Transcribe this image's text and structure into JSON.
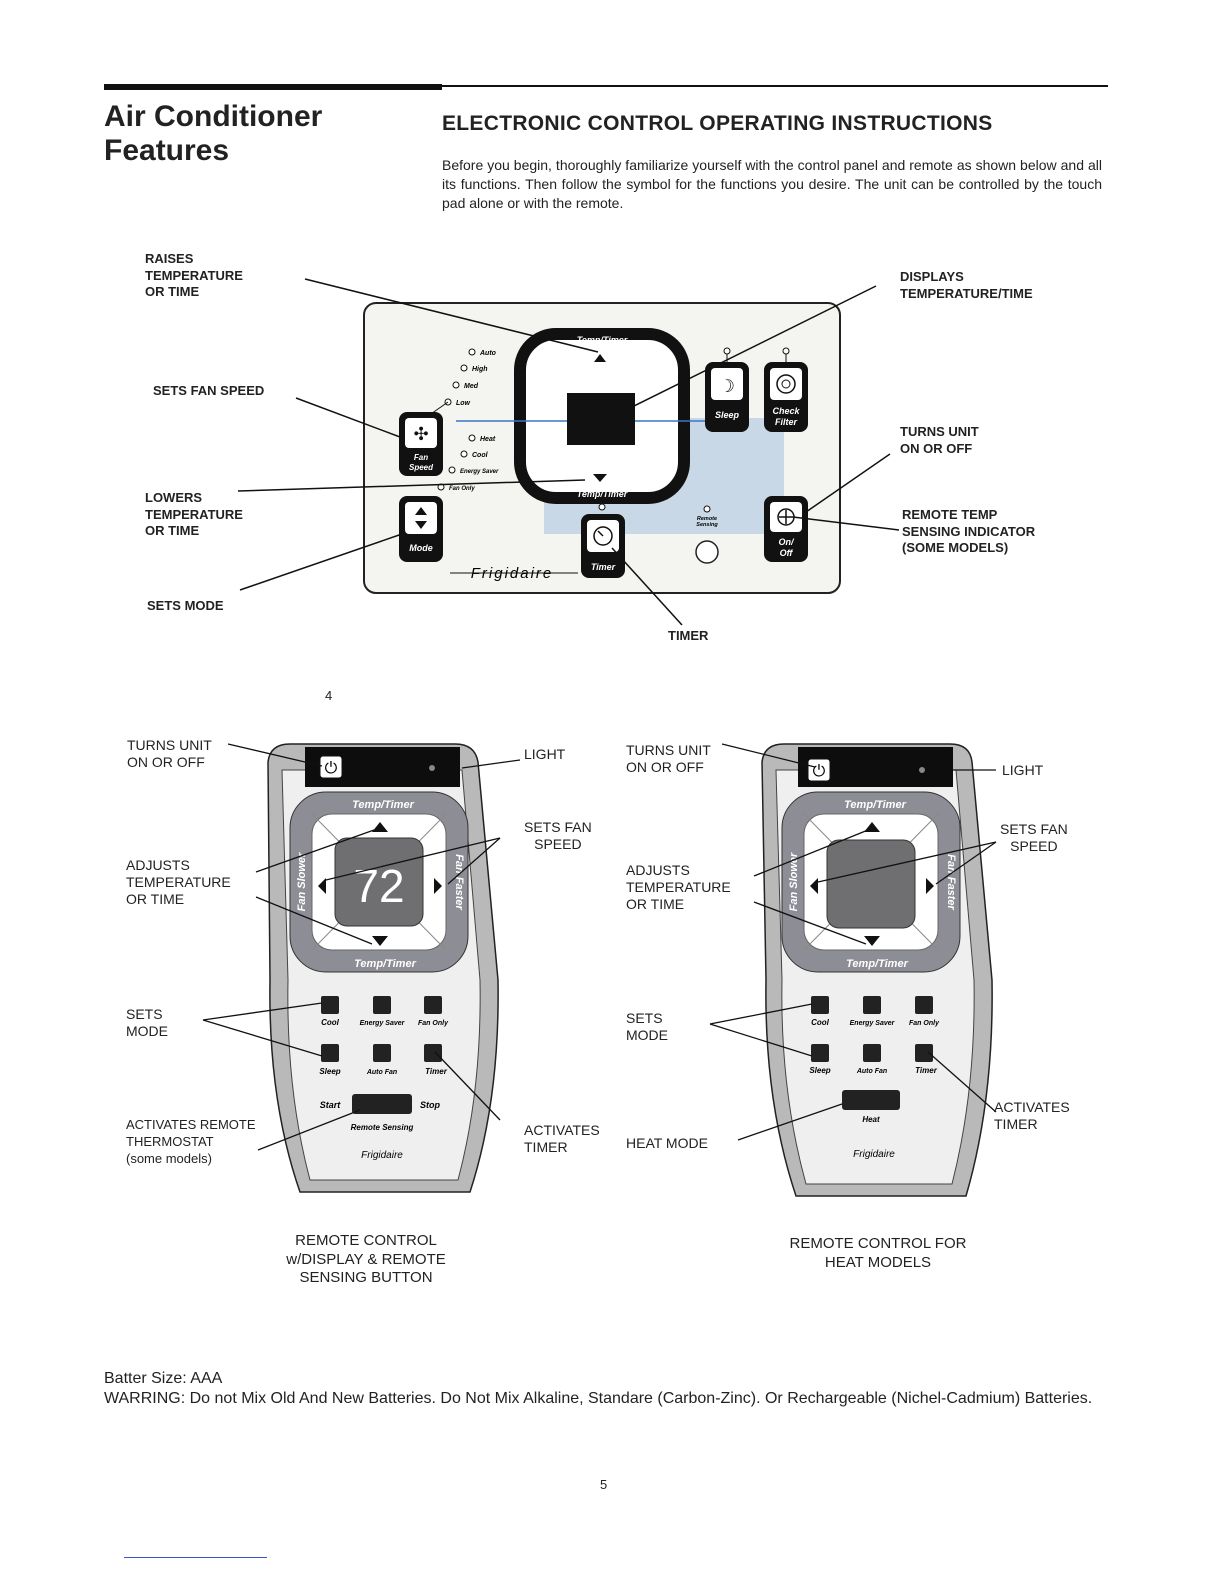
{
  "section_title": "Air Conditioner\nFeatures",
  "heading": "ELECTRONIC CONTROL OPERATING INSTRUCTIONS",
  "intro": "Before you begin, thoroughly familiarize yourself with the control panel and remote as shown below and all its functions. Then follow the symbol for the functions you desire. The unit can be controlled by the touch pad alone or with the remote.",
  "panel": {
    "labels": {
      "raises": "RAISES\nTEMPERATURE\nOR TIME",
      "fan_speed": "SETS  FAN SPEED",
      "lowers": "LOWERS\nTEMPERATURE\nOR TIME",
      "sets_mode": "SETS MODE",
      "displays": "DISPLAYS\nTEMPERATURE/TIME",
      "turns_on": "TURNS UNIT\nON OR OFF",
      "remote_temp": "REMOTE TEMP\nSENSING INDICATOR\n(SOME MODELS)",
      "timer": "TIMER"
    },
    "display_label": "Temp/Timer",
    "fan_levels": [
      "Auto",
      "High",
      "Med",
      "Low"
    ],
    "modes": [
      "Heat",
      "Cool",
      "Energy Saver",
      "Fan Only"
    ],
    "buttons": {
      "fan_speed": [
        "Fan",
        "Speed"
      ],
      "mode": "Mode",
      "sleep": "Sleep",
      "check_filter": [
        "Check",
        "Filter"
      ],
      "on_off": [
        "On/",
        "Off"
      ],
      "timer": "Timer"
    },
    "remote_sensing": [
      "Remote",
      "Sensing"
    ],
    "brand": "Frigidaire"
  },
  "page_number_top": "4",
  "remote1": {
    "labels": {
      "turns_on": "TURNS UNIT\nON OR OFF",
      "light": "LIGHT",
      "sets_fan": "SETS FAN\nSPEED",
      "adjusts": "ADJUSTS\nTEMPERATURE\nOR TIME",
      "sets_mode": "SETS\nMODE",
      "activates_remote": "ACTIVATES REMOTE\nTHERMOSTAT\n(some models)",
      "activates_timer": "ACTIVATES\nTIMER"
    },
    "display_value": "72",
    "temp_timer": "Temp/Timer",
    "fan_slower": "Fan Slower",
    "fan_faster": "Fan Faster",
    "buttons": [
      "Cool",
      "Energy Saver",
      "Fan Only",
      "Sleep",
      "Auto Fan",
      "Timer"
    ],
    "start": "Start",
    "stop": "Stop",
    "remote_sensing": "Remote Sensing",
    "brand": "Frigidaire",
    "caption": "REMOTE CONTROL\nw/DISPLAY & REMOTE\nSENSING BUTTON"
  },
  "remote2": {
    "labels": {
      "turns_on": "TURNS UNIT\nON OR OFF",
      "light": "LIGHT",
      "sets_fan": "SETS FAN\nSPEED",
      "adjusts": "ADJUSTS\nTEMPERATURE\nOR TIME",
      "sets_mode": "SETS\nMODE",
      "activates_timer": "ACTIVATES\nTIMER",
      "heat_mode": "HEAT MODE"
    },
    "temp_timer": "Temp/Timer",
    "fan_slower": "Fan Slower",
    "fan_faster": "Fan Faster",
    "buttons": [
      "Cool",
      "Energy Saver",
      "Fan Only",
      "Sleep",
      "Auto Fan",
      "Timer"
    ],
    "heat": "Heat",
    "brand": "Frigidaire",
    "caption": "REMOTE CONTROL FOR\nHEAT MODELS"
  },
  "footer": {
    "battery": "Batter Size: AAA",
    "warning": "WARRING: Do not Mix Old And New Batteries. Do Not Mix Alkaline, Standare (Carbon-Zinc). Or Rechargeable (Nichel-Cadmium) Batteries."
  },
  "page_number_bottom": "5"
}
